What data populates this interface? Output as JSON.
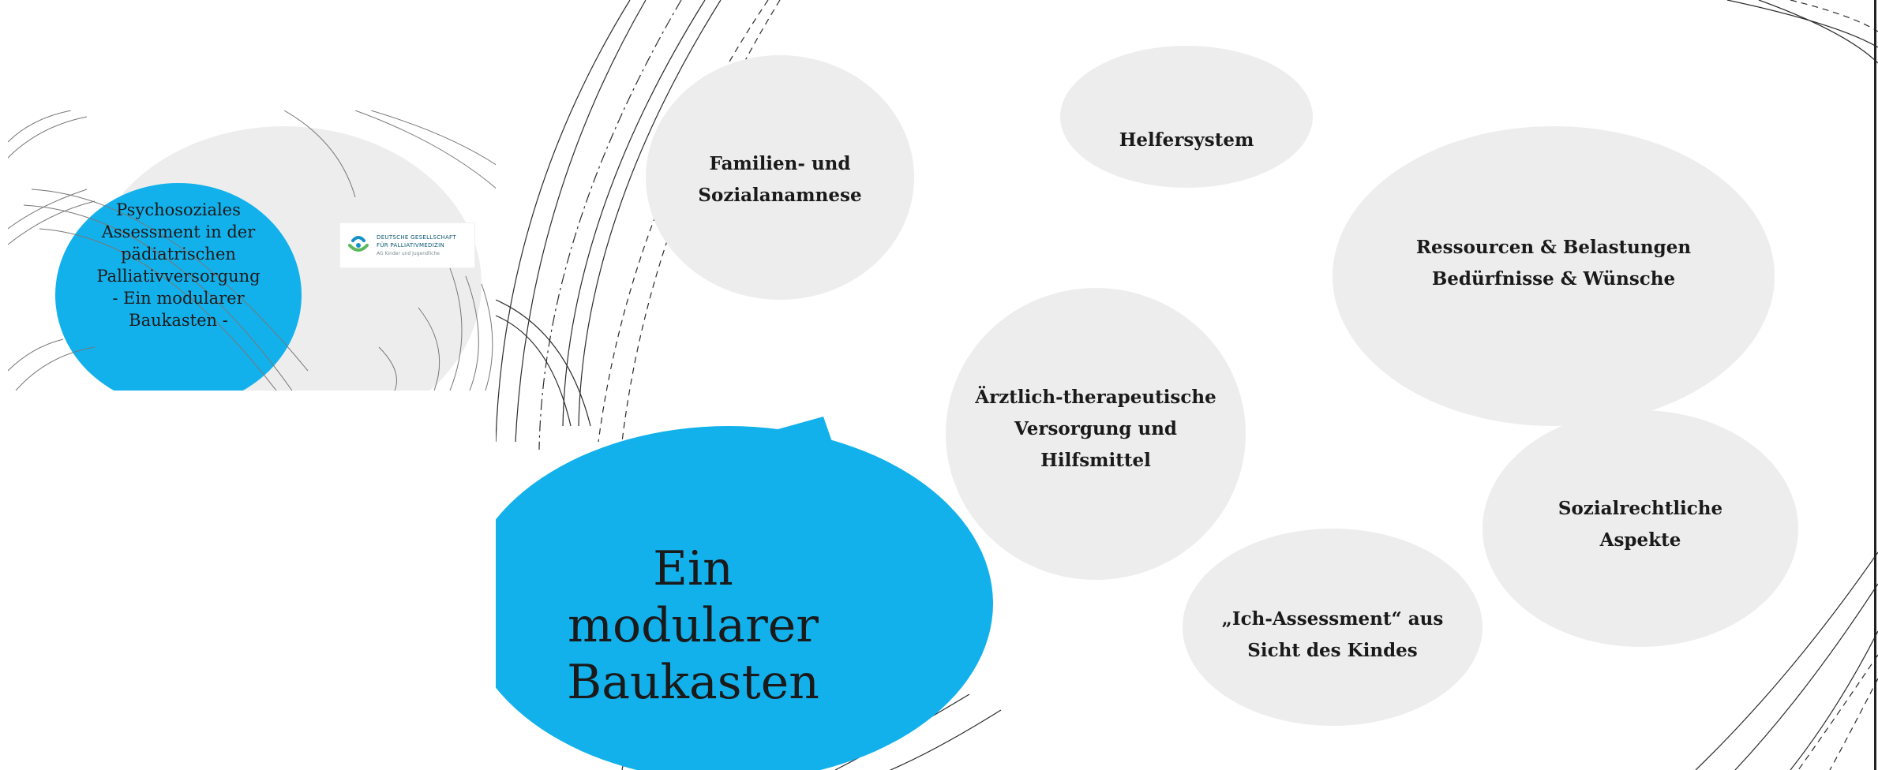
{
  "thumbnail": {
    "title_lines": [
      "Psychosoziales",
      "Assessment in der",
      "pädiatrischen",
      "Palliativversorgung",
      "- Ein modularer",
      "Baukasten -"
    ],
    "logo": {
      "line1": "DEUTSCHE GESELLSCHAFT",
      "line2": "FÜR PALLIATIVMEDIZIN",
      "line3": "AG Kinder und Jugendliche"
    }
  },
  "main": {
    "title_lines": [
      "Ein modularer",
      "Baukasten"
    ],
    "modules": [
      {
        "lines": [
          "Familien- und",
          "Sozialanamnese"
        ]
      },
      {
        "lines": [
          "Helfersystem"
        ]
      },
      {
        "lines": [
          "Ressourcen & Belastungen",
          "Bedürfnisse & Wünsche"
        ]
      },
      {
        "lines": [
          "Ärztlich-therapeutische",
          "Versorgung und",
          "Hilfsmittel"
        ]
      },
      {
        "lines": [
          "Sozialrechtliche",
          "Aspekte"
        ]
      },
      {
        "lines": [
          "„Ich-Assessment“ aus",
          "Sicht des Kindes"
        ]
      }
    ]
  },
  "colors": {
    "accent_blue": "#13b1ec",
    "bubble_grey": "#ededed",
    "text_dark": "#1a1a1a"
  }
}
